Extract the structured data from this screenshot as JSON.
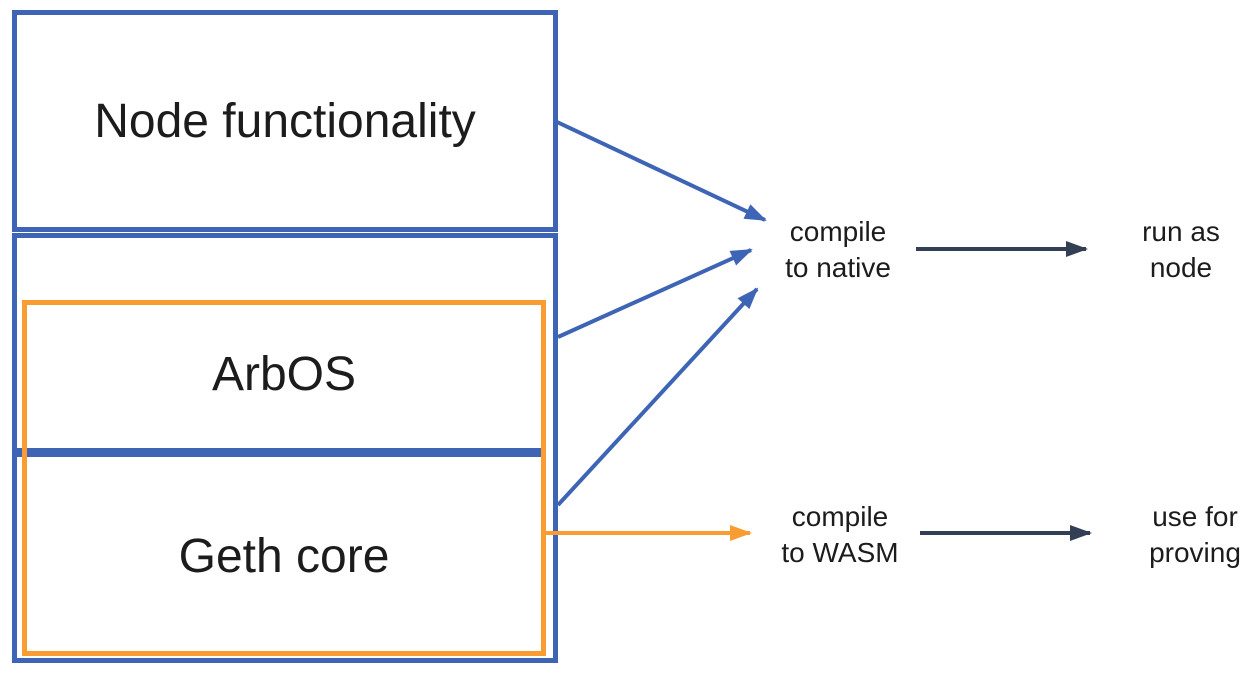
{
  "colors": {
    "blue": "#3E64B5",
    "orange": "#F99D32",
    "dark": "#323F55",
    "text": "#1c1c1c",
    "bg": "#ffffff"
  },
  "stack": {
    "node_functionality": "Node functionality",
    "arbos": "ArbOS",
    "geth_core": "Geth core"
  },
  "annotations": {
    "compile_native": {
      "line1": "compile",
      "line2": "to native"
    },
    "run_node": {
      "line1": "run as",
      "line2": "node"
    },
    "compile_wasm": {
      "line1": "compile",
      "line2": "to WASM"
    },
    "use_proving": {
      "line1": "use for",
      "line2": "proving"
    }
  }
}
